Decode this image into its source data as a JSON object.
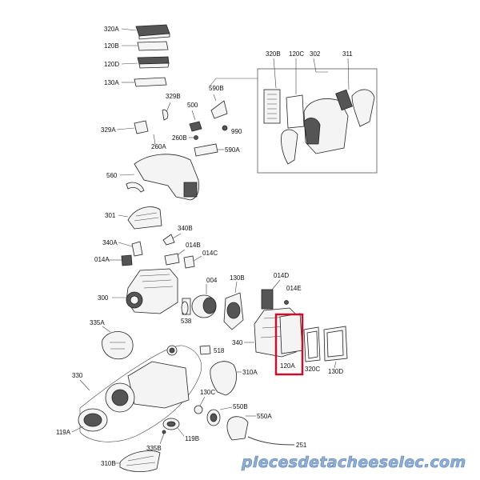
{
  "labels": {
    "l320A": "320A",
    "l120B": "120B",
    "l120D": "120D",
    "l130A": "130A",
    "l329B": "329B",
    "l500": "500",
    "l590B": "590B",
    "l329A": "329A",
    "l260A": "260A",
    "l260B": "260B",
    "l990": "990",
    "l590A": "590A",
    "l560": "560",
    "l301": "301",
    "l340B": "340B",
    "l340A": "340A",
    "l014B": "014B",
    "l014A": "014A",
    "l014C": "014C",
    "l300": "300",
    "l004": "004",
    "l130B": "130B",
    "l014D": "014D",
    "l014E": "014E",
    "l538": "538",
    "l335A": "335A",
    "l340": "340",
    "l518": "518",
    "l120A": "120A",
    "l320C": "320C",
    "l130D": "130D",
    "l310A": "310A",
    "l330": "330",
    "l130C": "130C",
    "l550B": "550B",
    "l550A": "550A",
    "l119A": "119A",
    "l119B": "119B",
    "l335B": "335B",
    "l251": "251",
    "l310B": "310B",
    "l320B": "320B",
    "l120C": "120C",
    "l302": "302",
    "l311": "311"
  },
  "highlight_color": "#c8102e",
  "watermark": "piecesdetacheeselec.com"
}
